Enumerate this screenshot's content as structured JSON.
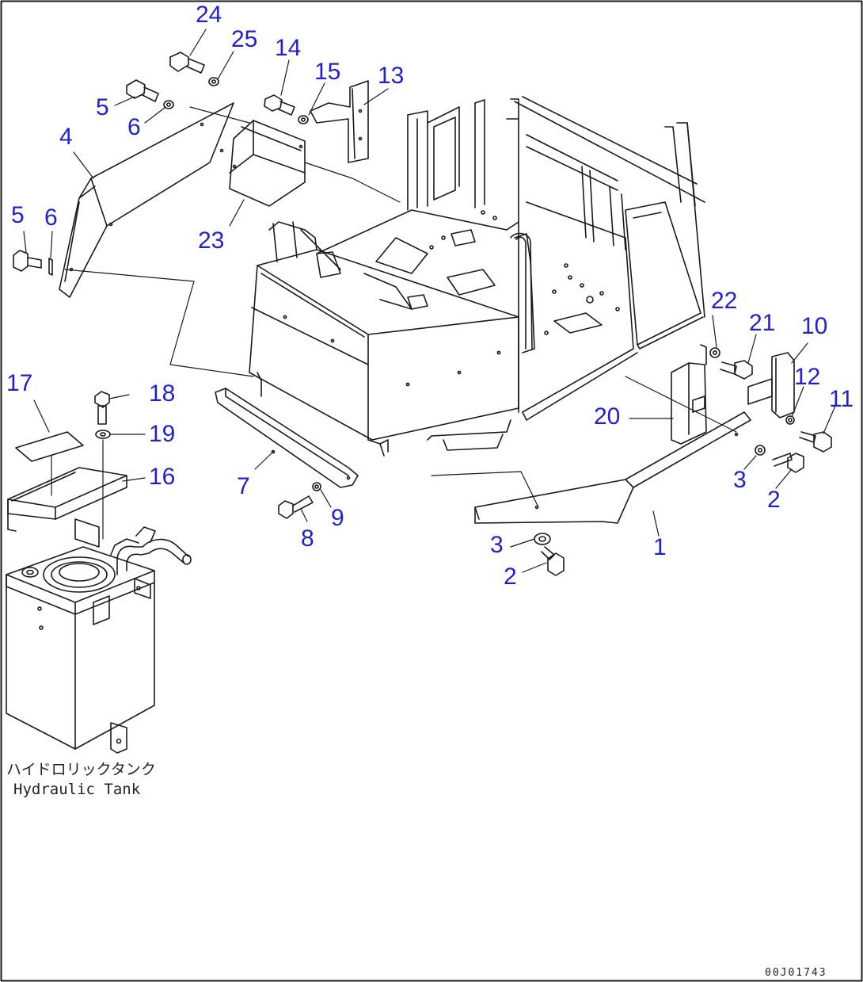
{
  "callouts": {
    "c1": "1",
    "c2a": "2",
    "c2b": "2",
    "c3a": "3",
    "c3b": "3",
    "c4": "4",
    "c5a": "5",
    "c5b": "5",
    "c6a": "6",
    "c6b": "6",
    "c7": "7",
    "c8": "8",
    "c9": "9",
    "c10": "10",
    "c11": "11",
    "c12": "12",
    "c13": "13",
    "c14": "14",
    "c15": "15",
    "c16": "16",
    "c17": "17",
    "c18": "18",
    "c19": "19",
    "c20": "20",
    "c21": "21",
    "c22": "22",
    "c23": "23",
    "c24": "24",
    "c25": "25"
  },
  "tank_label_jp": "ハイドロリックタンク",
  "tank_label_en": "Hydraulic Tank",
  "figure_number": "00J01743",
  "colors": {
    "callout": "#1f1fd6",
    "line": "#1a1a1a",
    "background": "#ffffff"
  }
}
